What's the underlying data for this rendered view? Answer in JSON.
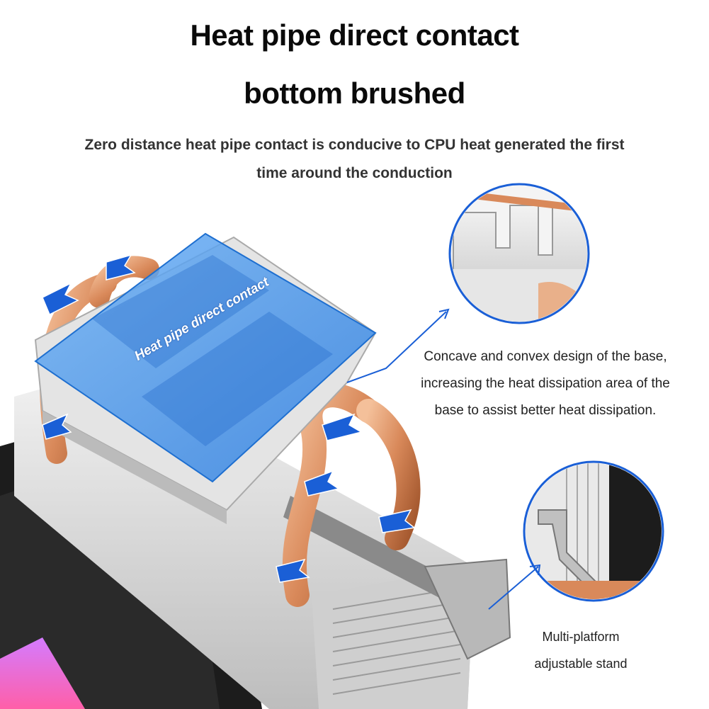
{
  "header": {
    "title_line1": "Heat pipe direct contact",
    "title_line2": "bottom brushed",
    "subtitle": "Zero distance heat pipe contact is conducive to CPU heat generated the first time around the conduction"
  },
  "product_image": {
    "overlay_label": "Heat pipe direct contact",
    "colors": {
      "overlay_blue": "#3b8ee8",
      "copper": "#d9895a",
      "aluminum": "#d8d8d8",
      "arrow_blue": "#1a5fd6",
      "fan_black": "#1a1a1a",
      "rgb_pink": "#e85fc8"
    }
  },
  "callouts": {
    "base": {
      "line1": "Concave and convex design of the base,",
      "line2": "increasing the heat dissipation area of the",
      "line3": "base to assist better heat dissipation."
    },
    "stand": {
      "line1": "Multi-platform",
      "line2": "adjustable stand"
    }
  }
}
